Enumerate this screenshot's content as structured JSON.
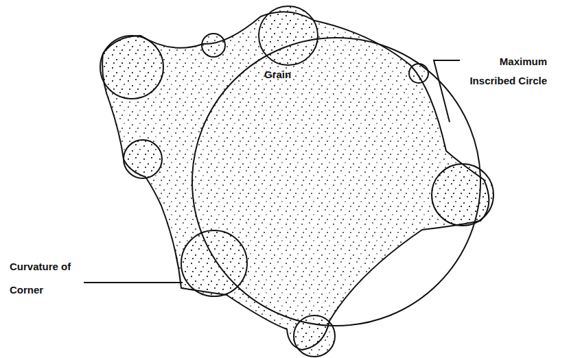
{
  "diagram": {
    "labels": [
      "Grain",
      "Maximum Inscribed Circle",
      "Curvature of Corner"
    ]
  }
}
